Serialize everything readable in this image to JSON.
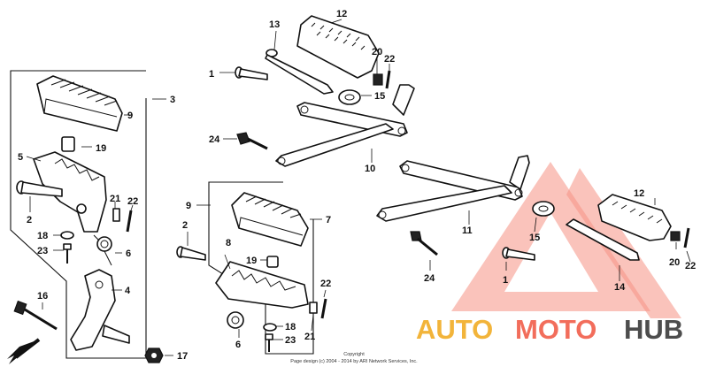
{
  "callouts": {
    "c1_top": "1",
    "c1_right": "1",
    "c2_left": "2",
    "c2_mid": "2",
    "c3": "3",
    "c4": "4",
    "c5": "5",
    "c6_left": "6",
    "c6_mid": "6",
    "c7": "7",
    "c8": "8",
    "c9_left": "9",
    "c9_mid": "9",
    "c10": "10",
    "c11": "11",
    "c12_top": "12",
    "c12_right": "12",
    "c13": "13",
    "c14": "14",
    "c15_top": "15",
    "c15_right": "15",
    "c16": "16",
    "c17": "17",
    "c18_left": "18",
    "c18_mid": "18",
    "c19_left": "19",
    "c19_mid": "19",
    "c20_top": "20",
    "c20_right": "20",
    "c21_left": "21",
    "c21_mid": "21",
    "c22_left": "22",
    "c22_mid": "22",
    "c22_top": "22",
    "c22_right": "22",
    "c23_left": "23",
    "c23_mid": "23",
    "c24_top": "24",
    "c24_right": "24"
  },
  "copyright": {
    "line1": "Copyright",
    "line2": "Page design (c) 2004 - 2014 by ARI Network Services, Inc."
  },
  "logo": {
    "part1": "AUTO",
    "part2": "MOTO",
    "part3": "HUB",
    "color_part1": "#f2b43a",
    "color_part2": "#f26d5b",
    "color_part3": "#4d4d4d",
    "triangle_color": "#f26d5b"
  },
  "icons": {
    "front_arrow": "front-direction-arrow-icon"
  }
}
